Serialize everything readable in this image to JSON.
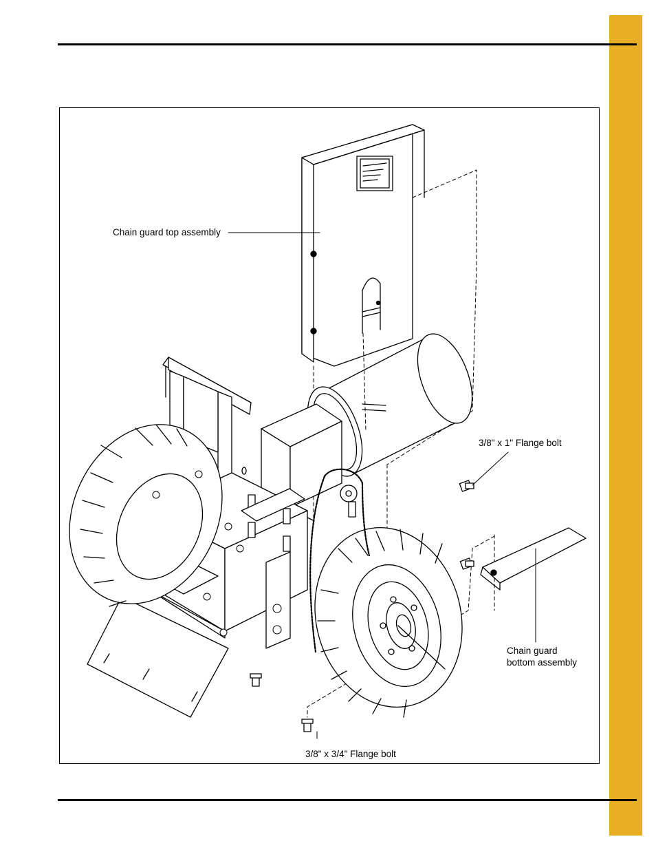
{
  "page": {
    "accent_color": "#E8AE24"
  },
  "figure": {
    "callouts": {
      "chain_guard_top": "Chain guard top assembly",
      "flange_bolt_1in": "3/8\" x 1\" Flange bolt",
      "chain_guard_bottom_line1": "Chain guard",
      "chain_guard_bottom_line2": "bottom assembly",
      "flange_bolt_34in": "3/8\" x 3/4\" Flange bolt"
    }
  }
}
